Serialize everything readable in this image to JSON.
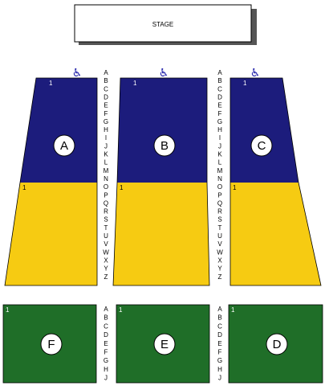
{
  "stage": {
    "label": "STAGE"
  },
  "colors": {
    "upper": "#1c1c7c",
    "lower": "#f6cb12",
    "floor": "#1f6e28",
    "wheelchair": "#2222aa"
  },
  "seat_start_label": "1",
  "upper_rows": [
    "A",
    "B",
    "C",
    "D",
    "E",
    "F",
    "G",
    "H",
    "I",
    "J",
    "K",
    "L",
    "M",
    "N",
    "O",
    "P",
    "Q",
    "R",
    "S",
    "T",
    "U",
    "V",
    "W",
    "X",
    "Y",
    "Z"
  ],
  "floor_rows": [
    "A",
    "B",
    "C",
    "D",
    "E",
    "F",
    "G",
    "H",
    "J"
  ],
  "upper_sections": [
    {
      "id": "A",
      "label": "A",
      "wheelchair": "wheelchair-icon"
    },
    {
      "id": "B",
      "label": "B",
      "wheelchair": "wheelchair-icon"
    },
    {
      "id": "C",
      "label": "C",
      "wheelchair": "wheelchair-icon"
    }
  ],
  "floor_sections": [
    {
      "id": "F",
      "label": "F"
    },
    {
      "id": "E",
      "label": "E"
    },
    {
      "id": "D",
      "label": "D"
    }
  ]
}
